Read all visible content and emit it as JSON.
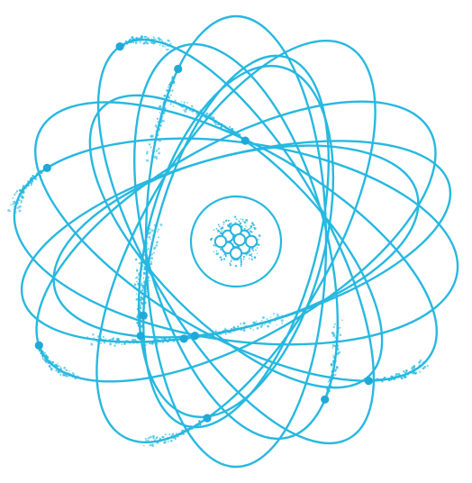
{
  "figure": {
    "subject": "atom-orbital-illustration",
    "colors": {
      "orbit": "#27b8e0",
      "electron": "#1fa9d9",
      "nucleus": "#2ab6de",
      "background": "#ffffff"
    },
    "orbit_count": 12,
    "electron_count": 12,
    "nucleus_particle_count": 10
  }
}
